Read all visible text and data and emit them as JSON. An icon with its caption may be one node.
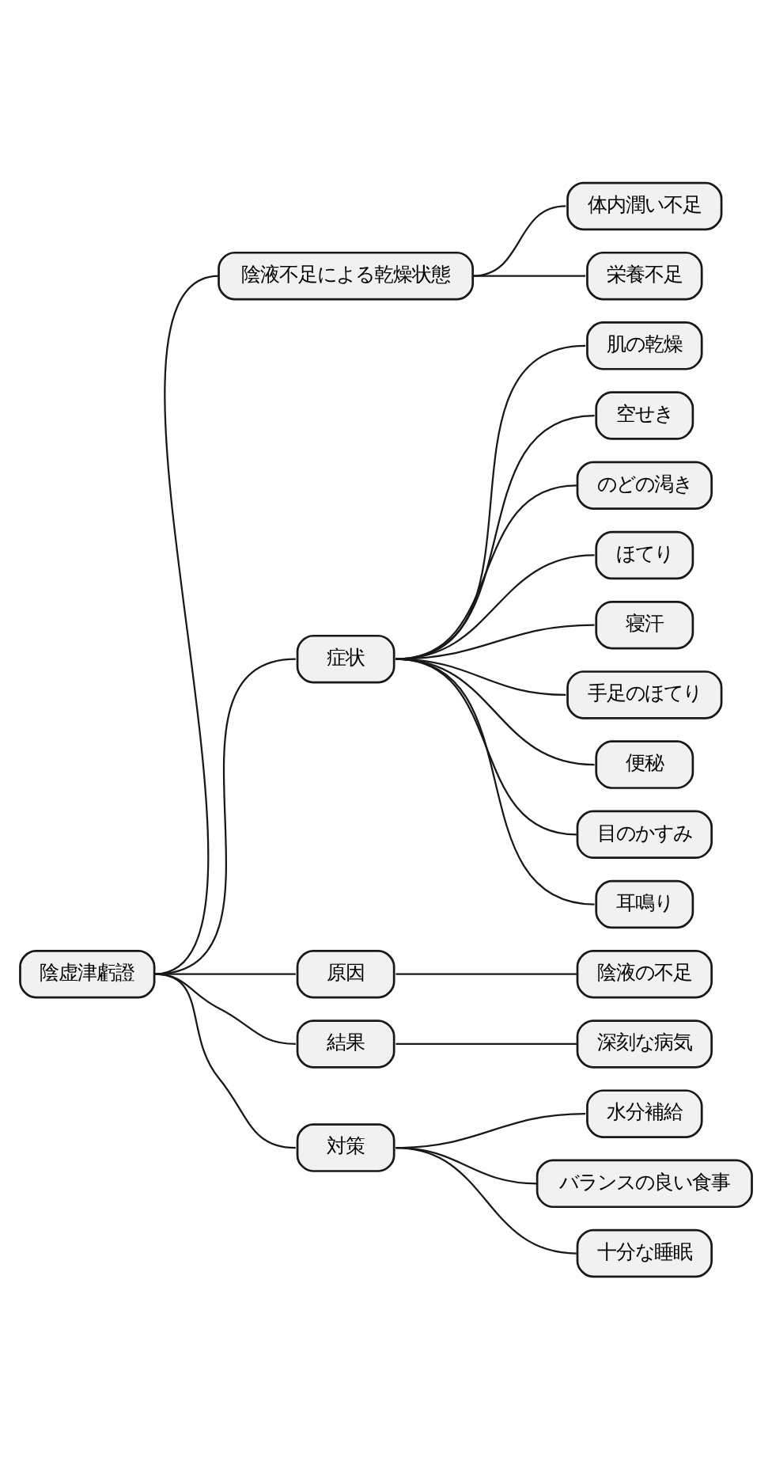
{
  "diagram": {
    "nodes": [
      {
        "text": [
          "陰虚津虧證"
        ]
      },
      {
        "text": [
          "陰液不足による乾燥状態"
        ]
      },
      {
        "text": [
          "体内潤い不足"
        ]
      },
      {
        "text": [
          "栄養不足"
        ]
      },
      {
        "text": [
          "症状"
        ]
      },
      {
        "text": [
          "肌の乾燥"
        ]
      },
      {
        "text": [
          "空せき"
        ]
      },
      {
        "text": [
          "のどの渇き"
        ]
      },
      {
        "text": [
          "ほてり"
        ]
      },
      {
        "text": [
          "寝汗"
        ]
      },
      {
        "text": [
          "手足のほてり"
        ]
      },
      {
        "text": [
          "便秘"
        ]
      },
      {
        "text": [
          "目のかすみ"
        ]
      },
      {
        "text": [
          "耳鳴り"
        ]
      },
      {
        "text": [
          "原因"
        ]
      },
      {
        "text": [
          "陰液の不足"
        ]
      },
      {
        "text": [
          "結果"
        ]
      },
      {
        "text": [
          "深刻な病気"
        ]
      },
      {
        "text": [
          "対策"
        ]
      },
      {
        "text": [
          "水分補給"
        ]
      },
      {
        "text": [
          "バランスの良い食事"
        ]
      },
      {
        "text": [
          "十分な睡眠"
        ]
      }
    ],
    "edges": [
      {
        "from": 0,
        "to": 1,
        "arrow": "none"
      },
      {
        "from": 1,
        "to": 2,
        "arrow": "none"
      },
      {
        "from": 1,
        "to": 3,
        "arrow": "none"
      },
      {
        "from": 0,
        "to": 4,
        "arrow": "none"
      },
      {
        "from": 4,
        "to": 5,
        "arrow": "none"
      },
      {
        "from": 4,
        "to": 6,
        "arrow": "none"
      },
      {
        "from": 4,
        "to": 7,
        "arrow": "none"
      },
      {
        "from": 4,
        "to": 8,
        "arrow": "none"
      },
      {
        "from": 4,
        "to": 9,
        "arrow": "none"
      },
      {
        "from": 4,
        "to": 10,
        "arrow": "none"
      },
      {
        "from": 4,
        "to": 11,
        "arrow": "none"
      },
      {
        "from": 4,
        "to": 12,
        "arrow": "none"
      },
      {
        "from": 4,
        "to": 13,
        "arrow": "none"
      },
      {
        "from": 0,
        "to": 14,
        "arrow": "none"
      },
      {
        "from": 14,
        "to": 15,
        "arrow": "none"
      },
      {
        "from": 0,
        "to": 16,
        "arrow": "none"
      },
      {
        "from": 16,
        "to": 17,
        "arrow": "none"
      },
      {
        "from": 0,
        "to": 18,
        "arrow": "none"
      },
      {
        "from": 18,
        "to": 19,
        "arrow": "none"
      },
      {
        "from": 18,
        "to": 20,
        "arrow": "none"
      },
      {
        "from": 18,
        "to": 21,
        "arrow": "none"
      }
    ]
  }
}
